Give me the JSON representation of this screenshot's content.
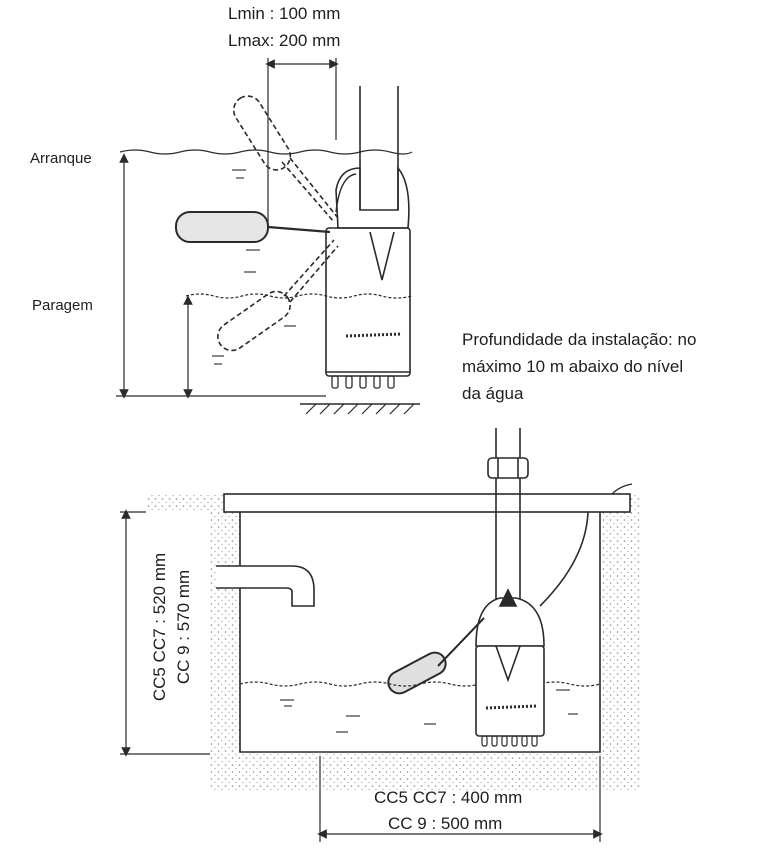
{
  "top_diagram": {
    "lmin": "Lmin : 100 mm",
    "lmax": "Lmax: 200 mm",
    "start_level": "Arranque",
    "stop_level": "Paragem"
  },
  "install_note": [
    "Profundidade da instalação: no",
    "máximo 10 m abaixo do nível",
    "da água"
  ],
  "bottom_diagram": {
    "depth_cc5_cc7": "CC5 CC7 : 520 mm",
    "depth_cc9": "CC 9 : 570 mm",
    "width_cc5_cc7": "CC5 CC7 : 400 mm",
    "width_cc9": "CC 9 : 500 mm"
  },
  "colors": {
    "line": "#2a2a2a",
    "ground_dots": "#8a8a8a"
  }
}
